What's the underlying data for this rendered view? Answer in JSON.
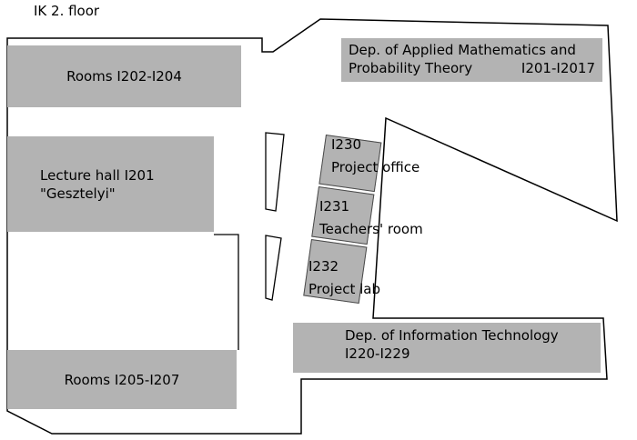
{
  "title": "IK 2. floor",
  "colors": {
    "room_fill": "#b3b3b3",
    "outline": "#000000",
    "background": "#ffffff"
  },
  "rooms": {
    "rooms_i202_i204": {
      "label": "Rooms I202-I204"
    },
    "dep_applied_math": {
      "line1": "Dep. of Applied Mathematics and",
      "line2_name": "Probability Theory",
      "line2_range": "I201-I2017"
    },
    "lecture_hall": {
      "line1": "Lecture hall I201",
      "line2": "\"Gesztelyi\""
    },
    "i230": {
      "number": "I230",
      "name": "Project office"
    },
    "i231": {
      "number": "I231",
      "name": "Teachers' room"
    },
    "i232": {
      "number": "I232",
      "name": "Project lab"
    },
    "dep_info_tech": {
      "line1": "Dep. of Information Technology",
      "line2": "I220-I229"
    },
    "rooms_i205_i207": {
      "label": "Rooms I205-I207"
    }
  }
}
